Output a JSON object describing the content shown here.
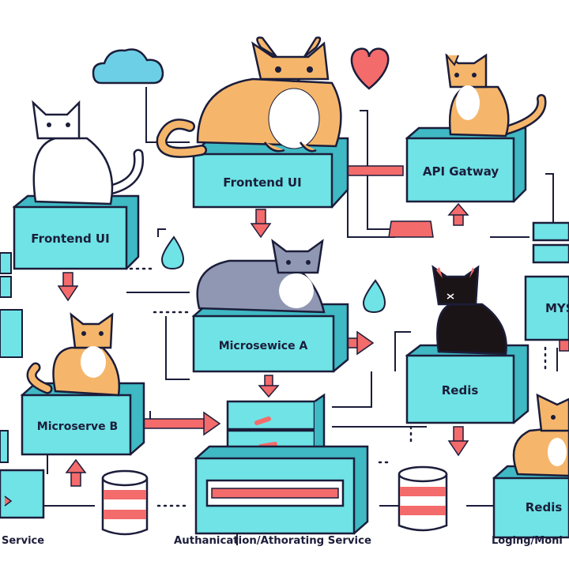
{
  "colors": {
    "box_fill": "#6fe3e6",
    "box_side": "#3fb9c4",
    "outline": "#1b1d3a",
    "arrow": "#f36b6b",
    "orange_cat": "#f5b66b",
    "gray_cat": "#8f97b3",
    "black_cat": "#1b1416",
    "white_cat": "#ffffff",
    "cloud": "#6ccfe6",
    "heart": "#f36b6b"
  },
  "boxes": [
    {
      "id": "frontend-ui-top",
      "label": "Frontend UI"
    },
    {
      "id": "api-gateway",
      "label": "API Gatway"
    },
    {
      "id": "frontend-ui-left",
      "label": "Frontend UI"
    },
    {
      "id": "microservice-a",
      "label": "Microsewice A"
    },
    {
      "id": "redis-middle",
      "label": "Redis"
    },
    {
      "id": "microservice-b",
      "label": "Microserve B"
    },
    {
      "id": "mysql",
      "label": "MYS"
    },
    {
      "id": "redis-bottom",
      "label": "Redis"
    }
  ],
  "captions": [
    {
      "id": "service-left",
      "text": "Service"
    },
    {
      "id": "auth-service",
      "text": "Authanication/Athorating Service"
    },
    {
      "id": "logging",
      "text": "Loging/Moni"
    }
  ],
  "icons": [
    "cloud-icon",
    "heart-icon",
    "water-drop-icon",
    "database-icon",
    "cat-illustration"
  ]
}
